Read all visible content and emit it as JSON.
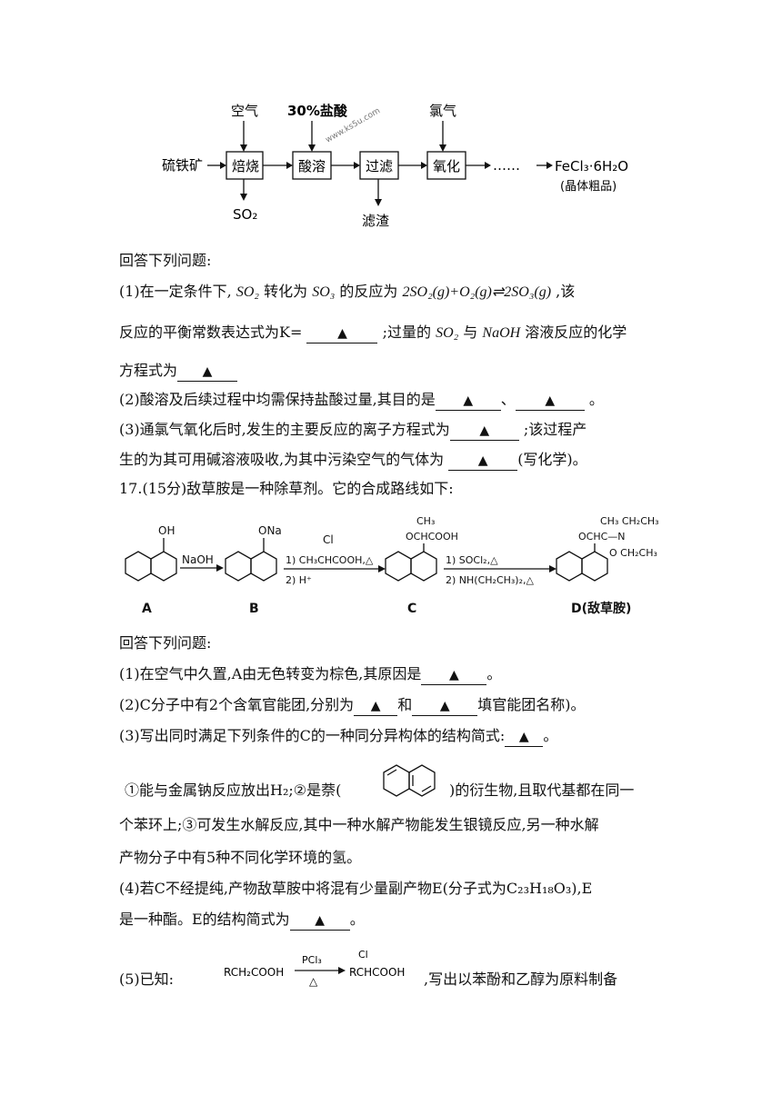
{
  "flow": {
    "inputs": [
      "空气",
      "30%盐酸",
      "氯气"
    ],
    "raw": "硫铁矿",
    "steps": [
      "焙烧",
      "酸溶",
      "过滤",
      "氧化"
    ],
    "dots": "……",
    "product": "FeCl₃·6H₂O",
    "product_note": "(晶体粗品)",
    "outputs": [
      "SO₂",
      "滤渣"
    ],
    "watermark": "www.ks5u.com"
  },
  "q16": {
    "prompt": "回答下列问题:",
    "p1_a": "(1)在一定条件下,",
    "p1_b": "转化为",
    "p1_c": "的反应为",
    "p1_d": ",该",
    "p1_e": "反应的平衡常数表达式为K=",
    "p1_f": ";过量的",
    "p1_g": "与",
    "p1_h": "溶液反应的化学",
    "p1_i": "方程式为",
    "p2_a": "(2)酸溶及后续过程中均需保持盐酸过量,其目的是",
    "p2_b": "、",
    "p2_c": "。",
    "p3_a": "(3)通氯气氧化后时,发生的主要反应的离子方程式为",
    "p3_b": ";该过程产",
    "p3_c": "生的为其可用碱溶液吸收,为其中污染空气的气体为",
    "p3_d": "(写化学)。",
    "so2": "SO₂",
    "so3": "SO₃",
    "naoh": "NaOH",
    "eq": "2SO₂(g)+O₂(g)⇌2SO₃(g)"
  },
  "q17": {
    "head": "17.(15分)敌草胺是一种除草剂。它的合成路线如下:",
    "prompt": "回答下列问题:",
    "q1_a": "(1)在空气中久置,A由无色转变为棕色,其原因是",
    "q1_b": "。",
    "q2_a": "(2)C分子中有2个含氧官能团,分别为",
    "q2_b": "和",
    "q2_c": "填官能团名称)。",
    "q3_a": "(3)写出同时满足下列条件的C的一种同分异构体的结构简式:",
    "q3_b": "。",
    "c1_a": "①能与金属钠反应放出H₂;②是萘(",
    "c1_b": ")的衍生物,且取代基都在同一",
    "c2": "个苯环上;③可发生水解反应,其中一种水解产物能发生银镜反应,另一种水解",
    "c3": "产物分子中有5种不同化学环境的氢。",
    "q4_a": "(4)若C不经提纯,产物敌草胺中将混有少量副产物E(分子式为C₂₃H₁₈O₃),E",
    "q4_b": "是一种酯。E的结构简式为",
    "q4_c": "。",
    "q5_a": "(5)已知:",
    "q5_b": ",写出以苯酚和乙醇为原料制备",
    "blank_mark": "▲"
  },
  "scheme": {
    "labels": [
      "A",
      "B",
      "C",
      "D(敌草胺)"
    ],
    "a_sub": "OH",
    "a_reagent": "NaOH",
    "b_sub": "ONa",
    "b_r1": "1) CH₃CHCOOH,△",
    "b_r1_cl": "Cl",
    "b_r2": "2) H⁺",
    "c_sub1": "CH₃",
    "c_sub2": "OCHCOOH",
    "c_r1": "1) SOCl₂,△",
    "c_r2": "2) NH(CH₂CH₃)₂,△",
    "d_sub1": "CH₃   CH₂CH₃",
    "d_sub2": "OCHC—N",
    "d_sub3": "O    CH₂CH₃"
  },
  "known": {
    "left": "RCH₂COOH",
    "reagent": "PCl₃",
    "cond": "△",
    "right_cl": "Cl",
    "right": "RCHCOOH"
  }
}
